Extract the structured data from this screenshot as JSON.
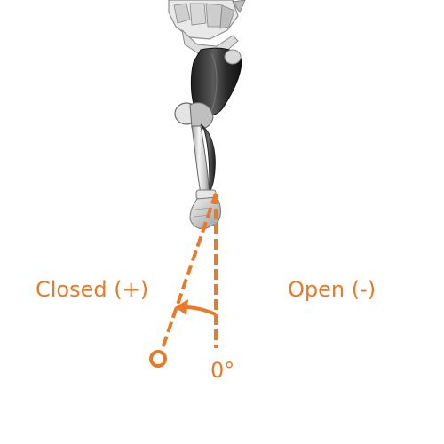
{
  "labels": {
    "closed": "Closed (+)",
    "open": "Open (-)",
    "zero": "0°"
  },
  "colors": {
    "accent": "#E87A2A",
    "limb_dark": "#2E2E2E",
    "limb_mid": "#8A8A8A",
    "limb_light": "#E6E6E6",
    "background": "#FFFFFF"
  },
  "figure": {
    "subject": "skeletal-leg-model",
    "icon": "leg-skeleton-illustration"
  }
}
